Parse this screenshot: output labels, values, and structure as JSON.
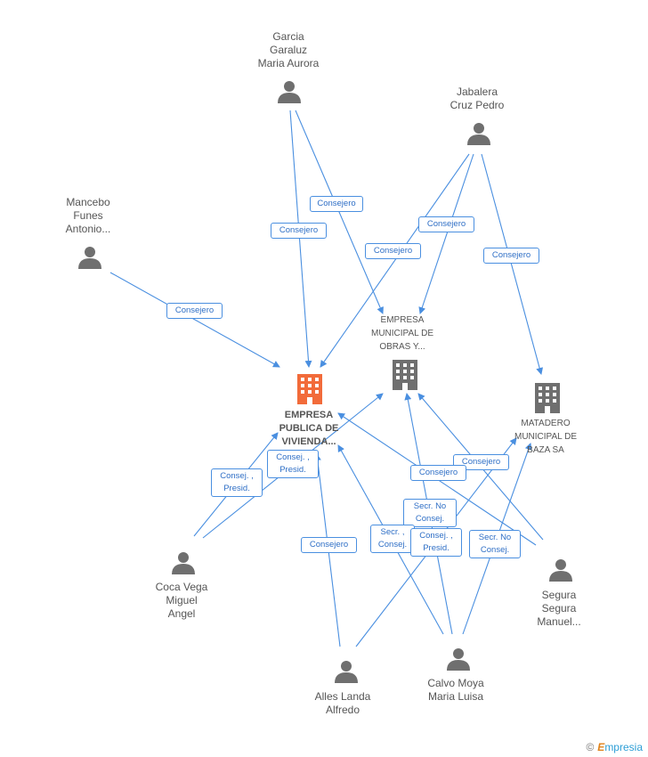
{
  "colors": {
    "edge": "#4a8fe0",
    "person": "#6f6f6f",
    "company": "#6f6f6f",
    "main_company": "#f26b3a"
  },
  "persons": {
    "garcia": [
      "Garcia",
      "Garaluz",
      "Maria Aurora"
    ],
    "jabalera": [
      "Jabalera",
      "Cruz Pedro"
    ],
    "mancebo": [
      "Mancebo",
      "Funes",
      "Antonio..."
    ],
    "coca": [
      "Coca Vega",
      "Miguel",
      "Angel"
    ],
    "segura": [
      "Segura",
      "Segura",
      "Manuel..."
    ],
    "alles": [
      "Alles Landa",
      "Alfredo"
    ],
    "calvo": [
      "Calvo Moya",
      "Maria Luisa"
    ]
  },
  "companies": {
    "main": [
      "EMPRESA",
      "PUBLICA DE",
      "VIVIENDA..."
    ],
    "obras": [
      "EMPRESA",
      "MUNICIPAL DE",
      "OBRAS Y..."
    ],
    "matadero": [
      "MATADERO",
      "MUNICIPAL DE",
      "BAZA SA"
    ]
  },
  "edge_labels": {
    "e1": [
      "Consejero"
    ],
    "e2": [
      "Consejero"
    ],
    "e3": [
      "Consejero"
    ],
    "e4": [
      "Consejero"
    ],
    "e5": [
      "Consejero"
    ],
    "e6": [
      "Consejero"
    ],
    "e7": [
      "Consej. ,",
      "Presid."
    ],
    "e8": [
      "Consej. ,",
      "Presid."
    ],
    "e9": [
      "Consejero"
    ],
    "e10": [
      "Consejero"
    ],
    "e11": [
      "Consejero"
    ],
    "e12": [
      "Secr.  No",
      "Consej."
    ],
    "e13": [
      "Secr. ,",
      "Consej."
    ],
    "e14": [
      "Consej. ,",
      "Presid."
    ],
    "e15": [
      "Secr.  No",
      "Consej."
    ]
  },
  "brand": {
    "copyright": "©",
    "name": "mpresia",
    "initial": "E"
  }
}
